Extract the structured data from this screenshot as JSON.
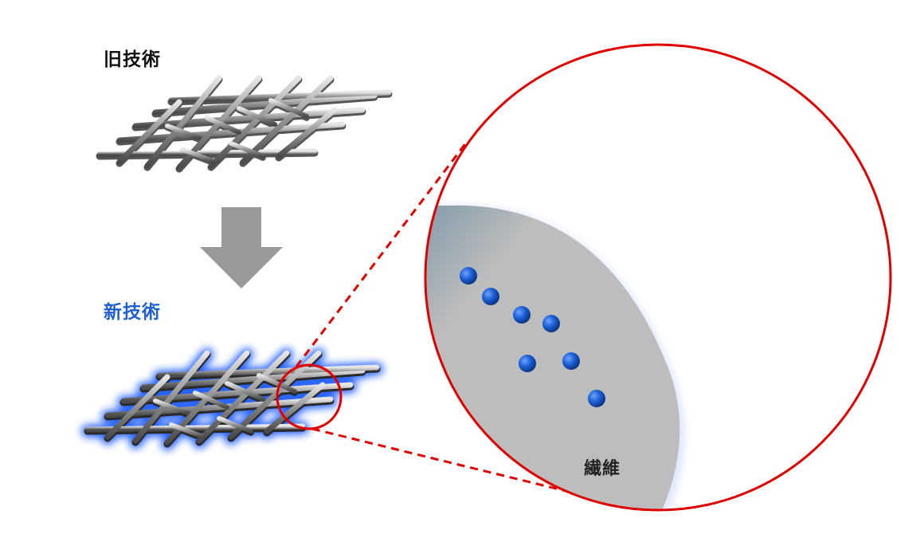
{
  "labels": {
    "old_technology": "旧技術",
    "new_technology": "新技術",
    "fiber": "繊維"
  },
  "icons": {
    "transition_arrow": "down-arrow-icon"
  },
  "colors": {
    "old_label": "#111111",
    "new_label": "#1f5fd0",
    "highlight_circle": "#e00000",
    "fiber_gray": "#bdbdbd",
    "particle_blue": "#1a5fd6",
    "coating_glow": "#2b6cf0",
    "arrow_gray": "#999999"
  }
}
